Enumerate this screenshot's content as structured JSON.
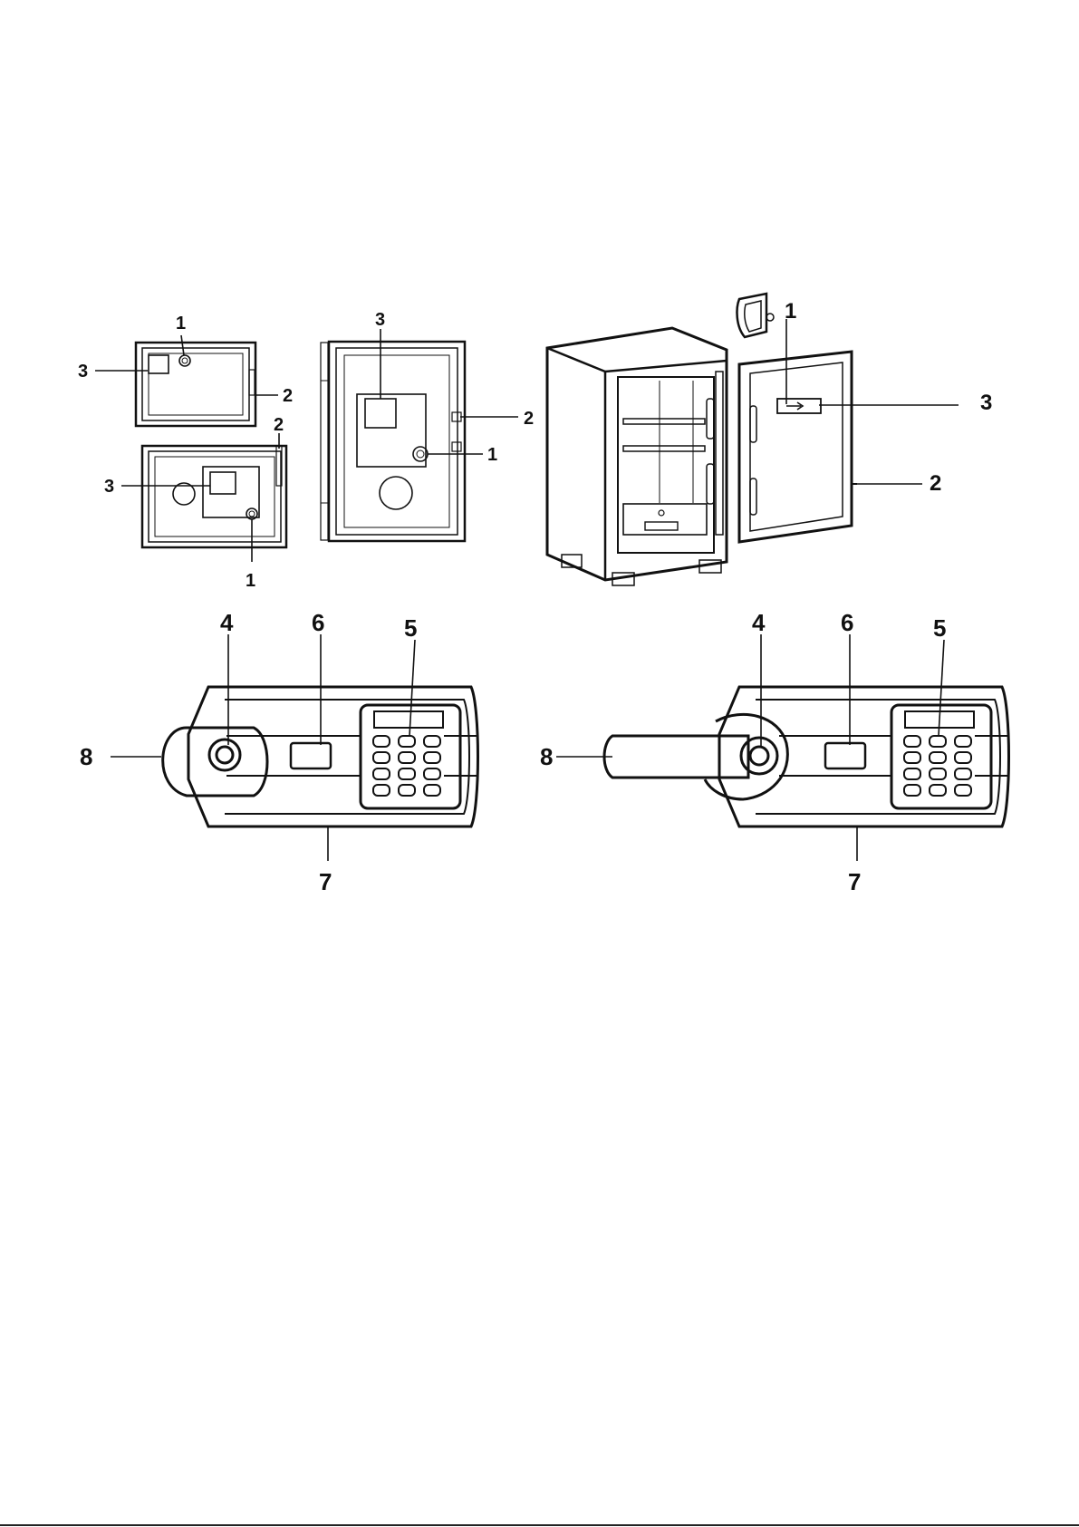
{
  "figure_top": {
    "callouts": {
      "door_small_top": {
        "c1": "1",
        "c2": "2",
        "c3": "3"
      },
      "door_small_bottom": {
        "c1": "1",
        "c2": "2",
        "c3": "3"
      },
      "door_tall": {
        "c1": "1",
        "c2": "2",
        "c3": "3"
      },
      "safe_open": {
        "c1": "1",
        "c2": "2",
        "c3": "3"
      }
    }
  },
  "figure_bottom": {
    "panel_left": {
      "c4": "4",
      "c5": "5",
      "c6": "6",
      "c7": "7",
      "c8": "8"
    },
    "panel_right": {
      "c4": "4",
      "c5": "5",
      "c6": "6",
      "c7": "7",
      "c8": "8"
    }
  },
  "colors": {
    "ink": "#111111",
    "background": "#ffffff"
  }
}
